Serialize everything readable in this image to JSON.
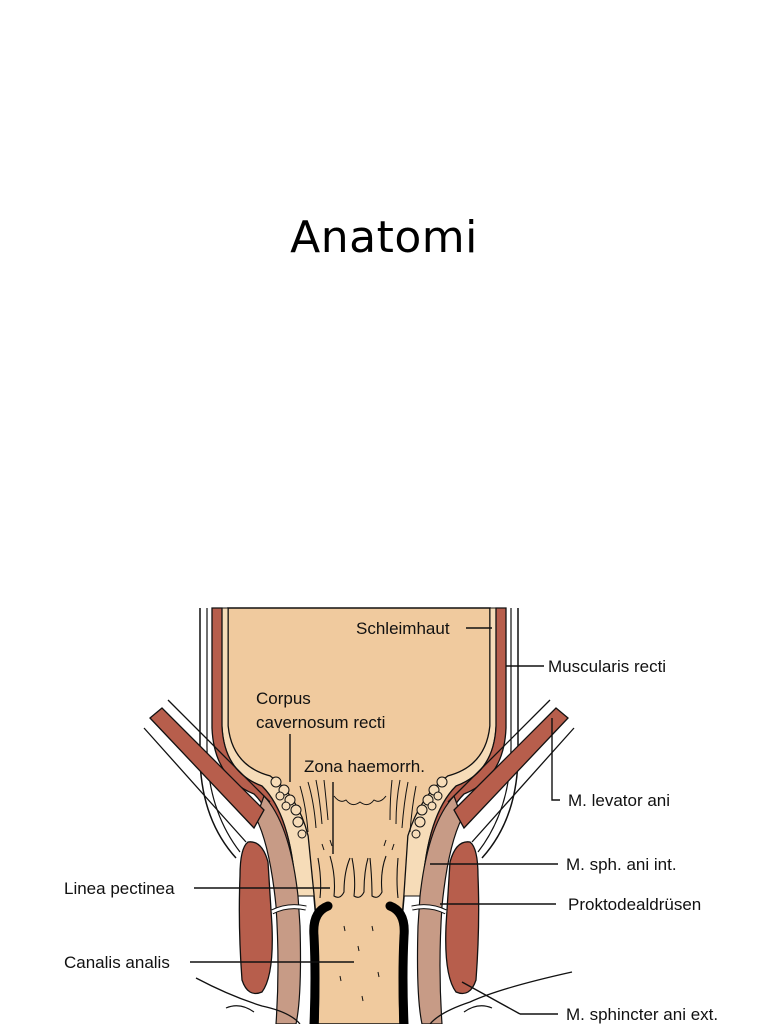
{
  "slide": {
    "title": "Anatomi"
  },
  "figure": {
    "labels": {
      "schleimhaut": "Schleimhaut",
      "muscularis_recti": "Muscularis recti",
      "corpus_line1": "Corpus",
      "corpus_line2": "cavernosum recti",
      "zona": "Zona haemorrh.",
      "levator": "M. levator ani",
      "sph_int": "M. sph. ani int.",
      "linea": "Linea pectinea",
      "proktodeal": "Proktodealdrüsen",
      "canalis": "Canalis analis",
      "sphincter_ext": "M. sphincter ani ext."
    },
    "colors": {
      "mucosa": "#f0ca9e",
      "mucosa_light": "#f6dcb8",
      "muscle_dark": "#b75e4c",
      "muscle_light": "#c79b86",
      "outline": "#111111"
    }
  }
}
